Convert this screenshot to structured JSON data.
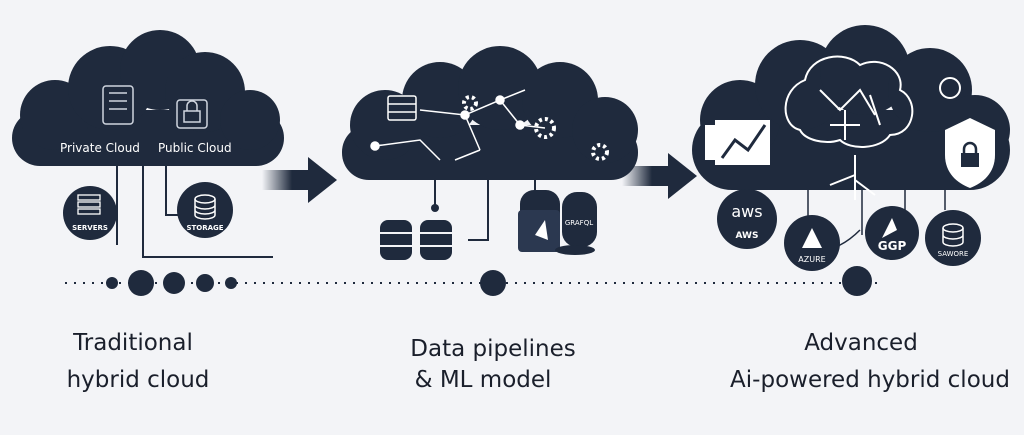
{
  "colors": {
    "navy": "#1f2a3d",
    "background": "#f3f4f7",
    "text": "#1a1f2b"
  },
  "stages": [
    {
      "cloud_labels": [
        "Private Cloud",
        "Public Cloud"
      ],
      "nodes": [
        "SERVERS",
        "STORAGE"
      ],
      "caption": [
        "Traditional",
        "hybrid cloud"
      ]
    },
    {
      "nodes": [
        "GRAFQL"
      ],
      "caption": [
        "Data pipelines",
        "& ML model"
      ]
    },
    {
      "nodes": [
        "aws",
        "AWS",
        "AZURE",
        "GGP",
        "SAWORE"
      ],
      "caption": [
        "Advanced",
        "Ai-powered hybrid cloud"
      ]
    }
  ]
}
